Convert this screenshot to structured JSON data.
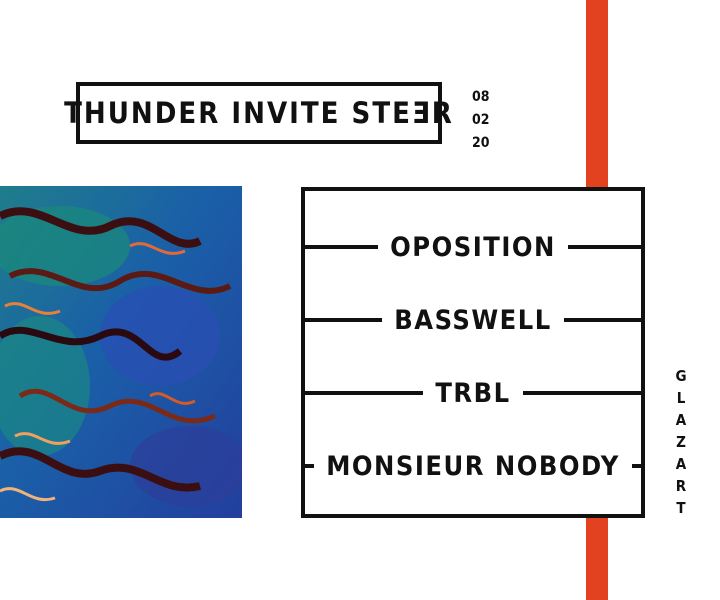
{
  "event": {
    "title": "THUNDER INVITE STEƎR",
    "date": [
      "08",
      "02",
      "20"
    ]
  },
  "lineup": [
    "OPOSITION",
    "BASSWELL",
    "TRBL",
    "MONSIEUR NOBODY"
  ],
  "venue": [
    "G",
    "L",
    "A",
    "Z",
    "A",
    "R",
    "T"
  ],
  "colors": {
    "accent": "#e2421f",
    "ink": "#111111",
    "background": "#ffffff"
  }
}
